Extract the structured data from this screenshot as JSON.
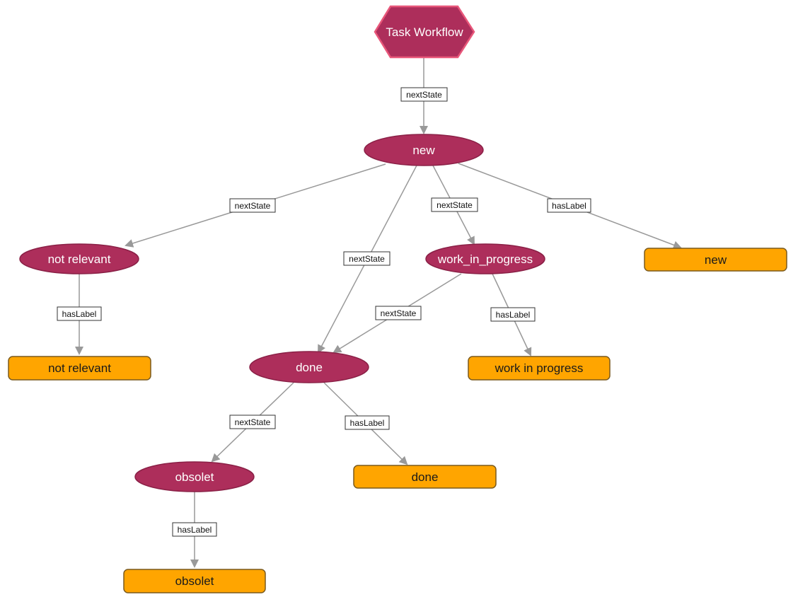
{
  "diagram": {
    "title": "Task Workflow",
    "states": {
      "new": "new",
      "not_relevant": "not relevant",
      "work_in_progress": "work_in_progress",
      "done": "done",
      "obsolet": "obsolet"
    },
    "labels": {
      "new": "new",
      "not_relevant": "not relevant",
      "work_in_progress": "work in progress",
      "done": "done",
      "obsolet": "obsolet"
    },
    "edges": {
      "workflow_to_new": "nextState",
      "new_to_not_relevant": "nextState",
      "new_to_done": "nextState",
      "new_to_wip": "nextState",
      "new_has_label": "hasLabel",
      "not_relevant_has_label": "hasLabel",
      "wip_to_done": "nextState",
      "wip_has_label": "hasLabel",
      "done_to_obsolet": "nextState",
      "done_has_label": "hasLabel",
      "obsolet_has_label": "hasLabel"
    },
    "colors": {
      "state_fill": "#ad2e5b",
      "state_stroke": "#8a2046",
      "hexagon_stroke": "#e8577a",
      "label_fill": "#ffa500",
      "label_stroke": "#7a5a1e",
      "edge": "#999999"
    }
  }
}
